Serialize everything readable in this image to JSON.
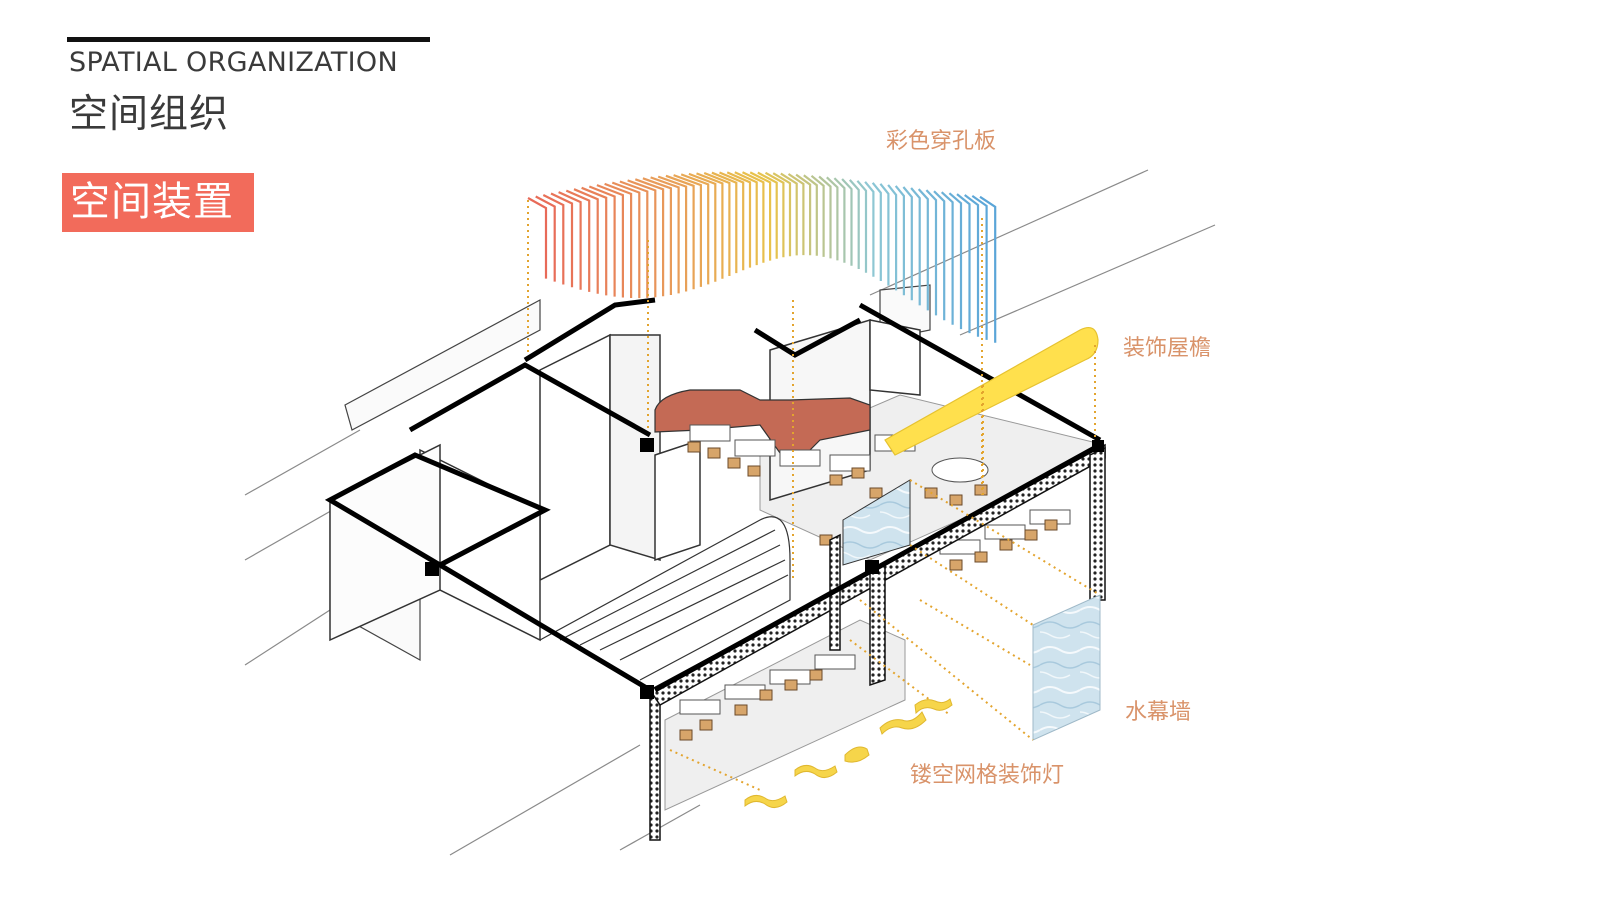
{
  "header": {
    "en_title": "SPATIAL ORGANIZATION",
    "zh_title": "空间组织",
    "section_tag": "空间装置"
  },
  "labels": {
    "perforated_panel": "彩色穿孔板",
    "decorative_eave": "装饰屋檐",
    "water_curtain_wall": "水幕墙",
    "hollow_grid_lamp": "镂空网格装饰灯"
  },
  "colors": {
    "accent": "#f26b5b",
    "callout_text": "#d9936a",
    "leader_line": "#e3a42e",
    "eave": "#ffe04d",
    "counter": "#c46a55",
    "panel_gradient": [
      "#e86a58",
      "#e89a5a",
      "#e8c34a",
      "#8cc7d5",
      "#5aa5d8"
    ],
    "water": "#bfd9e6"
  }
}
